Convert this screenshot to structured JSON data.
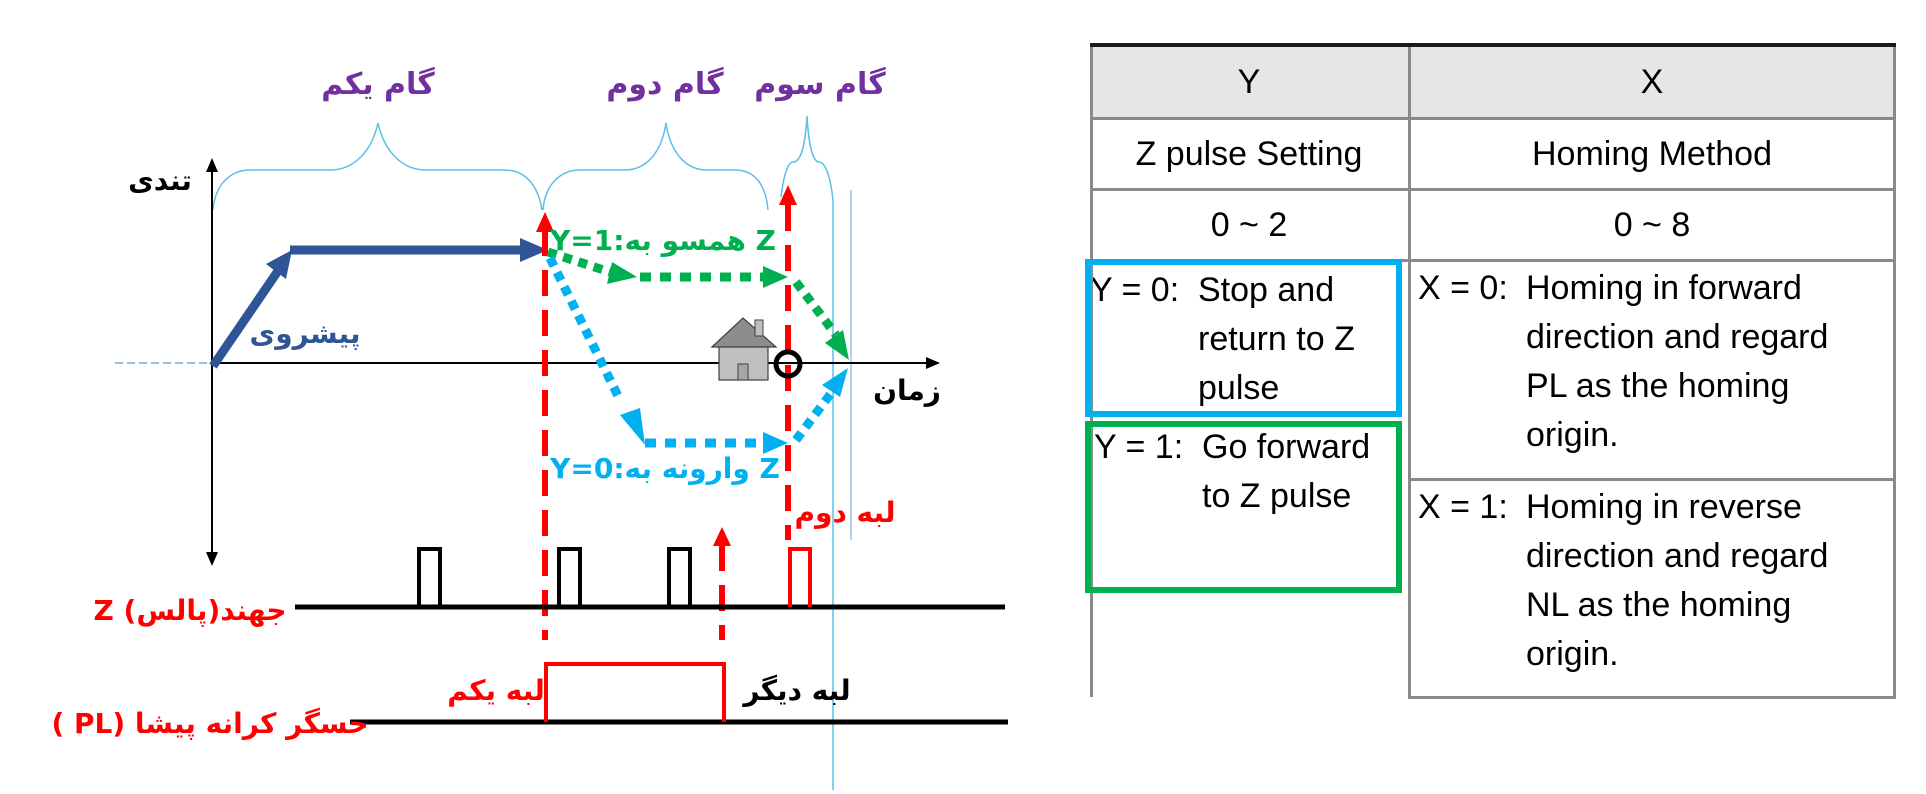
{
  "colors": {
    "step_labels": "#7030A0",
    "brace": "#5BC0E8",
    "advance_arrow": "#2F5597",
    "forward_path": "#00B050",
    "reverse_path": "#00B0F0",
    "edge_red": "#FF0000",
    "axis": "#000000",
    "house_fill": "#BFBFBF",
    "house_roof": "#8C8C8C",
    "table_header_bg": "#E6E6E6",
    "highlight_y0": "#00B0F0",
    "highlight_y1": "#00B050"
  },
  "diagram": {
    "steps": [
      {
        "label": "گام یکم"
      },
      {
        "label": "گام دوم"
      },
      {
        "label": "گام سوم"
      }
    ],
    "y_axis_label": "تندی",
    "x_axis_label": "زمان",
    "advance_label": "پیشروی",
    "forward_path_label": "Y=1:همسو به Z",
    "reverse_path_label": "Y=0:وارونه به Z",
    "second_edge_label": "لبه دوم",
    "first_edge_label": "لبه یکم",
    "other_edge_label": "لبه دیگر",
    "z_pulse_signal_label": "جهند(پالس) Z",
    "pl_signal_label": "حسگر کرانه پیشا (PL )",
    "home_icon": "house-icon",
    "origin_marker": "circle-marker-icon"
  },
  "table": {
    "headers": [
      "Y",
      "X"
    ],
    "names": [
      "Z pulse Setting",
      "Homing Method"
    ],
    "ranges": [
      "0 ~ 2",
      "0 ~ 8"
    ],
    "y_options": [
      {
        "prefix": "Y = 0:",
        "lines": [
          "Stop and",
          "return to Z",
          "pulse"
        ]
      },
      {
        "prefix": "Y = 1:",
        "lines": [
          "Go forward",
          "to Z pulse"
        ]
      }
    ],
    "x_options": [
      {
        "prefix": "X = 0:",
        "lines": [
          "Homing in forward",
          "direction and regard",
          "PL as the homing",
          "origin."
        ]
      },
      {
        "prefix": "X = 1:",
        "lines": [
          "Homing in reverse",
          "direction and regard",
          "NL as the homing",
          "origin."
        ]
      }
    ]
  }
}
